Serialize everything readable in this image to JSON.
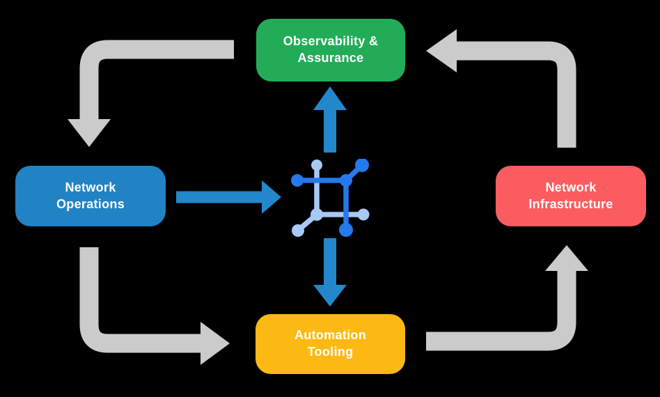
{
  "colors": {
    "background": "#000000",
    "green": "#23AC58",
    "blue": "#2183C4",
    "red": "#FB5C5F",
    "yellow": "#FDB913",
    "arrow_gray": "#CBCBCB",
    "arrow_blue": "#2387CB",
    "icon_dark_blue": "#2479EC",
    "icon_light_blue": "#A7C9F3",
    "label_text": "#FFFFFF"
  },
  "nodes": {
    "observability": {
      "lines": [
        "Observability &",
        "Assurance"
      ],
      "color": "#23AC58"
    },
    "operations": {
      "lines": [
        "Network",
        "Operations"
      ],
      "color": "#2183C4"
    },
    "infrastructure": {
      "lines": [
        "Network",
        "Infrastructure"
      ],
      "color": "#FB5C5F"
    },
    "tooling": {
      "lines": [
        "Automation",
        "Tooling"
      ],
      "color": "#FDB913"
    }
  },
  "center_icon": {
    "icon": "network-mesh-icon"
  },
  "flows": [
    {
      "from": "Observability & Assurance",
      "to": "Network Operations",
      "style": "gray-cycle"
    },
    {
      "from": "Network Operations",
      "to": "Automation Tooling",
      "style": "gray-cycle"
    },
    {
      "from": "Automation Tooling",
      "to": "Network Infrastructure",
      "style": "gray-cycle"
    },
    {
      "from": "Network Infrastructure",
      "to": "Observability & Assurance",
      "style": "gray-cycle"
    },
    {
      "from": "Network Operations",
      "to": "network-mesh-icon",
      "style": "blue"
    },
    {
      "from": "network-mesh-icon",
      "to": "Observability & Assurance",
      "style": "blue"
    },
    {
      "from": "network-mesh-icon",
      "to": "Automation Tooling",
      "style": "blue"
    }
  ]
}
